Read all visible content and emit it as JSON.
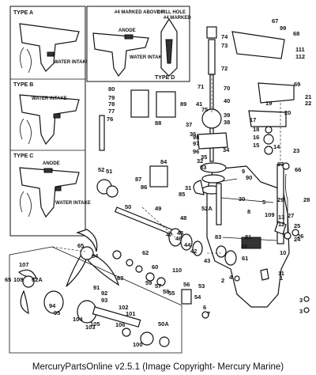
{
  "caption": "MercuryPartsOnline v2.5.1 (Image Copyright- Mercury Marine)",
  "inset": {
    "type_a": "TYPE A",
    "type_b": "TYPE B",
    "type_c": "TYPE C",
    "type_d": "TYPE D",
    "water_intake": "WATER INTAKE",
    "anode": "ANODE",
    "marked_fill": "#4 MARKED ABOVE FILL HOLE",
    "or": "OR",
    "marked": "#4 MARKED"
  },
  "part_labels": {
    "p1": "1",
    "p2": "2",
    "p3": "3",
    "p4": "4",
    "p5": "5",
    "p6": "6",
    "p7": "7",
    "p8": "8",
    "p9": "9",
    "p10": "10",
    "p11": "11",
    "p12": "12",
    "p13": "13",
    "p14": "14",
    "p15": "15",
    "p16": "16",
    "p17": "17",
    "p18": "18",
    "p19": "19",
    "p20": "20",
    "p21": "21",
    "p22": "22",
    "p23": "23",
    "p24": "24",
    "p25": "25",
    "p26": "26",
    "p27": "27",
    "p28": "28",
    "p29": "29",
    "p30": "30",
    "p31": "31",
    "p32": "32",
    "p33": "33",
    "p34": "34",
    "p35": "35",
    "p36": "36",
    "p37": "37",
    "p38": "38",
    "p39": "39",
    "p40": "40",
    "p41": "41",
    "p42": "42",
    "p43": "43",
    "p44": "44",
    "p45": "45",
    "p46": "46",
    "p47": "47",
    "p48": "48",
    "p49": "49",
    "p50": "50",
    "p50a": "50A",
    "p51": "51",
    "p52": "52",
    "p52a": "52A",
    "p53": "53",
    "p54": "54",
    "p55": "55",
    "p56": "56",
    "p57": "57",
    "p58": "58",
    "p59": "59",
    "p60": "60",
    "p61": "61",
    "p62": "62",
    "p62a": "62A",
    "p63": "63",
    "p64": "64",
    "p65": "65",
    "p65b": "65",
    "p66": "66",
    "p67": "67",
    "p67b": "67",
    "p68": "68",
    "p69": "69",
    "p70": "70",
    "p71": "71",
    "p72": "72",
    "p73": "73",
    "p74": "74",
    "p75": "75",
    "p76": "76",
    "p77": "77",
    "p78": "78",
    "p79": "79",
    "p80": "80",
    "p81": "81",
    "p82": "82",
    "p83": "83",
    "p84": "84",
    "p85": "85",
    "p86": "86",
    "p87": "87",
    "p88": "88",
    "p89": "89",
    "p90": "90",
    "p91": "91",
    "p92": "92",
    "p93": "93",
    "p94": "94",
    "p95": "95",
    "p96": "96",
    "p97": "97",
    "p98": "98",
    "p99": "99",
    "p100": "100",
    "p101": "101",
    "p102": "102",
    "p103": "103",
    "p104": "104",
    "p105": "105",
    "p106": "106",
    "p107": "107",
    "p108": "108",
    "p109": "109",
    "p110": "110",
    "p111": "111",
    "p112": "112"
  }
}
